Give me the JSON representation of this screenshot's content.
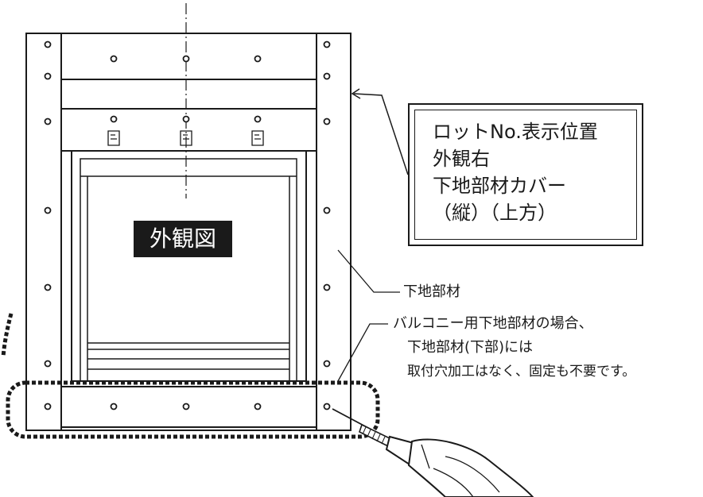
{
  "diagram": {
    "title_tag": "外観図",
    "callout_lot": {
      "lines": [
        "ロットNo.表示位置",
        "外観右",
        "下地部材カバー",
        "（縦）（上方）"
      ]
    },
    "label_base_member": "下地部材",
    "note_balcony": {
      "lines": [
        "バルコニー用下地部材の場合、",
        "下地部材(下部)には",
        "取付穴加工はなく、固定も不要です。"
      ]
    },
    "colors": {
      "ink": "#1a1a1a",
      "paper": "#ffffff"
    },
    "icons": [
      "drill-icon"
    ]
  }
}
